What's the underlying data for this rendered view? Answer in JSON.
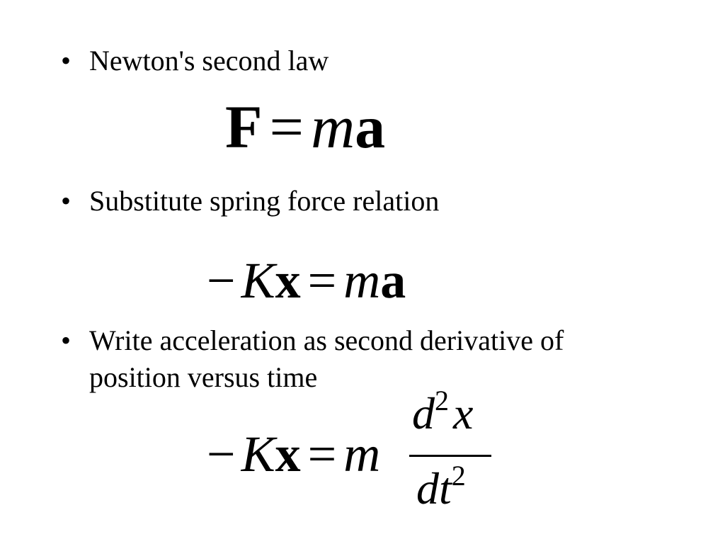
{
  "slide": {
    "bullet_glyph": "•",
    "bullets": [
      {
        "text": "Newton's second law"
      },
      {
        "text": "Substitute spring force relation"
      },
      {
        "text": "Write acceleration as second derivative of position versus time"
      }
    ],
    "equations": {
      "eq1": {
        "F": "F",
        "eq": "=",
        "m": "m",
        "a": "a"
      },
      "eq2": {
        "minus": "−",
        "K": "K",
        "x": "x",
        "eq": "=",
        "m": "m",
        "a": "a"
      },
      "eq3": {
        "minus": "−",
        "K": "K",
        "x": "x",
        "eq": "=",
        "m": "m",
        "num_d": "d",
        "num_exp": "2",
        "num_x": "x",
        "den_dt": "dt",
        "den_exp": "2"
      }
    }
  }
}
